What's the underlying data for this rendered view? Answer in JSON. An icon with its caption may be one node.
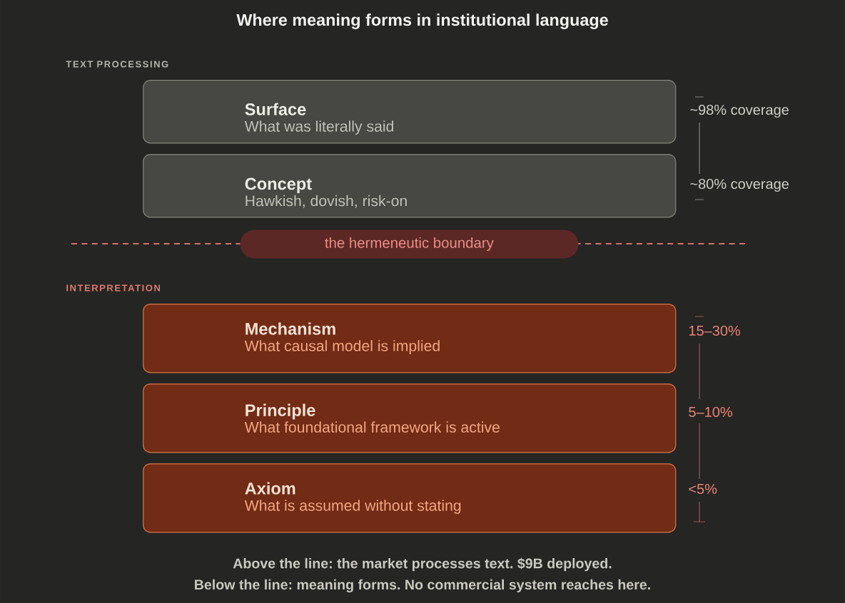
{
  "diagram": {
    "title": "Where meaning forms in institutional language",
    "nodes": [
      {
        "text": [
          "Surface",
          "What was literally said"
        ],
        "beside": [
          "~98% coverage"
        ]
      },
      {
        "text": [
          "Concept",
          "Hawkish, dovish, risk-on"
        ],
        "beside": [
          "~80% coverage"
        ]
      },
      {
        "text": [
          "the hermeneutic boundary"
        ]
      },
      {
        "text": [
          "Mechanism",
          "What causal model is implied"
        ],
        "beside": [
          "15–30%"
        ]
      },
      {
        "text": [
          "Principle",
          "What foundational framework is active"
        ],
        "beside": [
          "5–10%"
        ]
      },
      {
        "text": [
          "Axiom",
          "What is assumed without stating"
        ],
        "beside": [
          "<5%"
        ]
      }
    ],
    "labels": [
      "TEXT PROCESSING",
      "INTERPRETATION",
      "Above the line: the market processes text. $9B deployed.",
      "Below the line: meaning forms. No commercial system reaches here."
    ]
  }
}
